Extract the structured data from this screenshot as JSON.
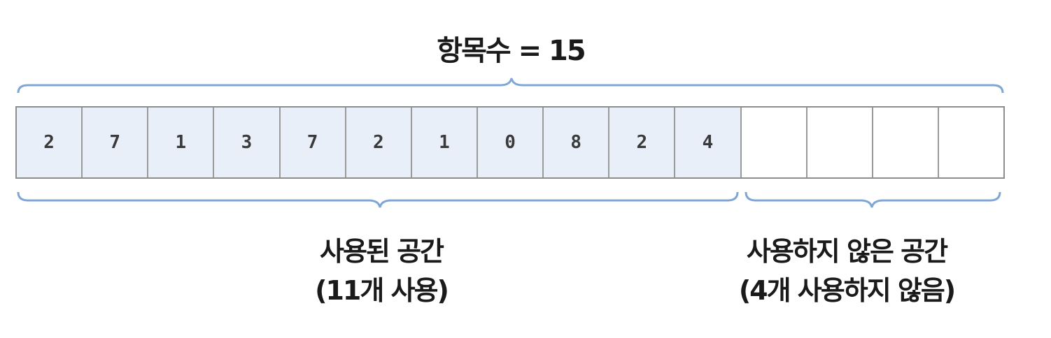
{
  "title": "항목수 = 15",
  "colors": {
    "brace": "#7fa7d6",
    "used_cell_bg": "#e9eff9",
    "unused_cell_bg": "#ffffff",
    "cell_border": "#9a9a9a"
  },
  "array": {
    "total_slots": 15,
    "used_count": 11,
    "values": [
      "2",
      "7",
      "1",
      "3",
      "7",
      "2",
      "1",
      "0",
      "8",
      "2",
      "4",
      "",
      "",
      "",
      ""
    ]
  },
  "used_space": {
    "label": "사용된 공간",
    "sublabel": "(11개 사용)"
  },
  "unused_space": {
    "label": "사용하지 않은 공간",
    "sublabel": "(4개 사용하지 않음)"
  }
}
